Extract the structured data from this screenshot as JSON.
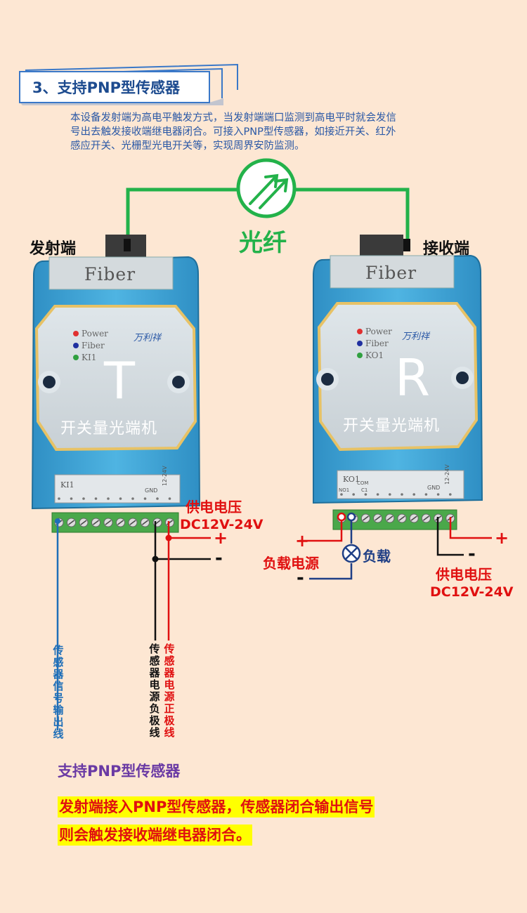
{
  "header": {
    "title": "3、支持PNP型传感器"
  },
  "intro": {
    "lines": [
      "本设备发射端为高电平触发方式，当发射端端口监测到高电平时就会发信",
      "号出去触发接收端继电器闭合。可接入PNP型传感器，如接近开关、红外",
      "感应开关、光栅型光电开关等，实现周界安防监测。"
    ]
  },
  "fiber": {
    "label": "光纤"
  },
  "transmitter": {
    "side_label": "发射端",
    "fiber_text": "Fiber",
    "leds": [
      "Power",
      "Fiber",
      "KI1"
    ],
    "brand": "万利祥",
    "letter": "T",
    "name": "开关量光端机",
    "terminal_label": "KI1",
    "gnd": "GND",
    "vcc": "12-24V"
  },
  "receiver": {
    "side_label": "接收端",
    "fiber_text": "Fiber",
    "leds": [
      "Power",
      "Fiber",
      "KO1"
    ],
    "brand": "万利祥",
    "letter": "R",
    "name": "开关量光端机",
    "terminal_label": "KO1",
    "relay_no": "NO1",
    "relay_com": "COM",
    "relay_c": "C1",
    "gnd": "GND",
    "vcc": "12-24V"
  },
  "power_left": {
    "title": "供电电压",
    "voltage": "DC12V-24V",
    "plus": "+",
    "minus": "-"
  },
  "power_right": {
    "title": "供电电压",
    "voltage": "DC12V-24V",
    "plus": "+",
    "minus": "-"
  },
  "load": {
    "supply_label": "负载电源",
    "load_label": "负载",
    "plus": "+",
    "minus": "-"
  },
  "vertical_labels": {
    "signal": "传感器信号输出线",
    "neg": "传感器电源负极线",
    "pos": "传感器电源正极线"
  },
  "footer": {
    "title": "支持PNP型传感器",
    "line1": "发射端接入PNP型传感器，传感器闭合输出信号",
    "line2": "则会触发接收端继电器闭合。"
  },
  "colors": {
    "device_blue": "#3aa3d6",
    "fiber_green": "#23b24a",
    "wire_red": "#e01010",
    "terminal_green": "#3c9a3c",
    "accent_blue": "#1d4b8f"
  }
}
